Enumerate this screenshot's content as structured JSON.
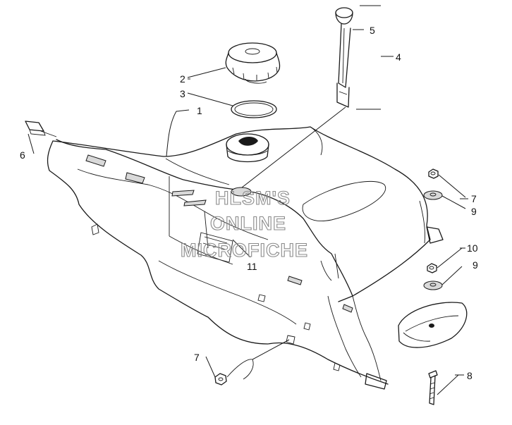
{
  "diagram": {
    "callouts": [
      {
        "id": "c1",
        "text": "1"
      },
      {
        "id": "c2",
        "text": "2"
      },
      {
        "id": "c3",
        "text": "3"
      },
      {
        "id": "c4",
        "text": "4"
      },
      {
        "id": "c5",
        "text": "5"
      },
      {
        "id": "c6",
        "text": "6"
      },
      {
        "id": "c7a",
        "text": "7"
      },
      {
        "id": "c7b",
        "text": "7"
      },
      {
        "id": "c8",
        "text": "8"
      },
      {
        "id": "c9a",
        "text": "9"
      },
      {
        "id": "c9b",
        "text": "9"
      },
      {
        "id": "c10",
        "text": "10"
      },
      {
        "id": "c11",
        "text": "11"
      }
    ],
    "watermark": {
      "line1": "HLSM'S",
      "line2": "ONLINE",
      "line3": "MICROFICHE"
    },
    "colors": {
      "line": "#1a1a1a",
      "watermark": "#8a8a8a",
      "background": "#ffffff"
    }
  }
}
